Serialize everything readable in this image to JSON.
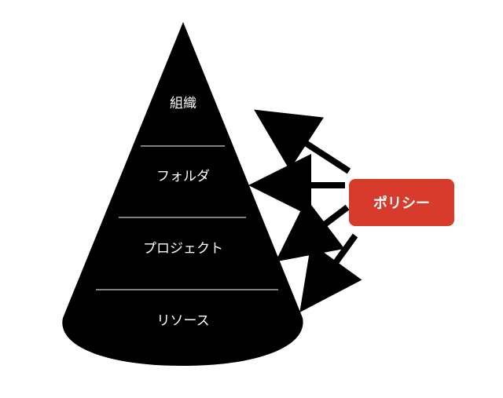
{
  "levels": [
    {
      "label": "組織"
    },
    {
      "label": "フォルダ"
    },
    {
      "label": "プロジェクト"
    },
    {
      "label": "リソース"
    }
  ],
  "policy": {
    "label": "ポリシー"
  },
  "colors": {
    "cone": "#000000",
    "divider": "#ffffff",
    "policy_bg": "#d63b2c",
    "arrow": "#000000"
  },
  "icons": {
    "arrow": "arrow-icon"
  }
}
